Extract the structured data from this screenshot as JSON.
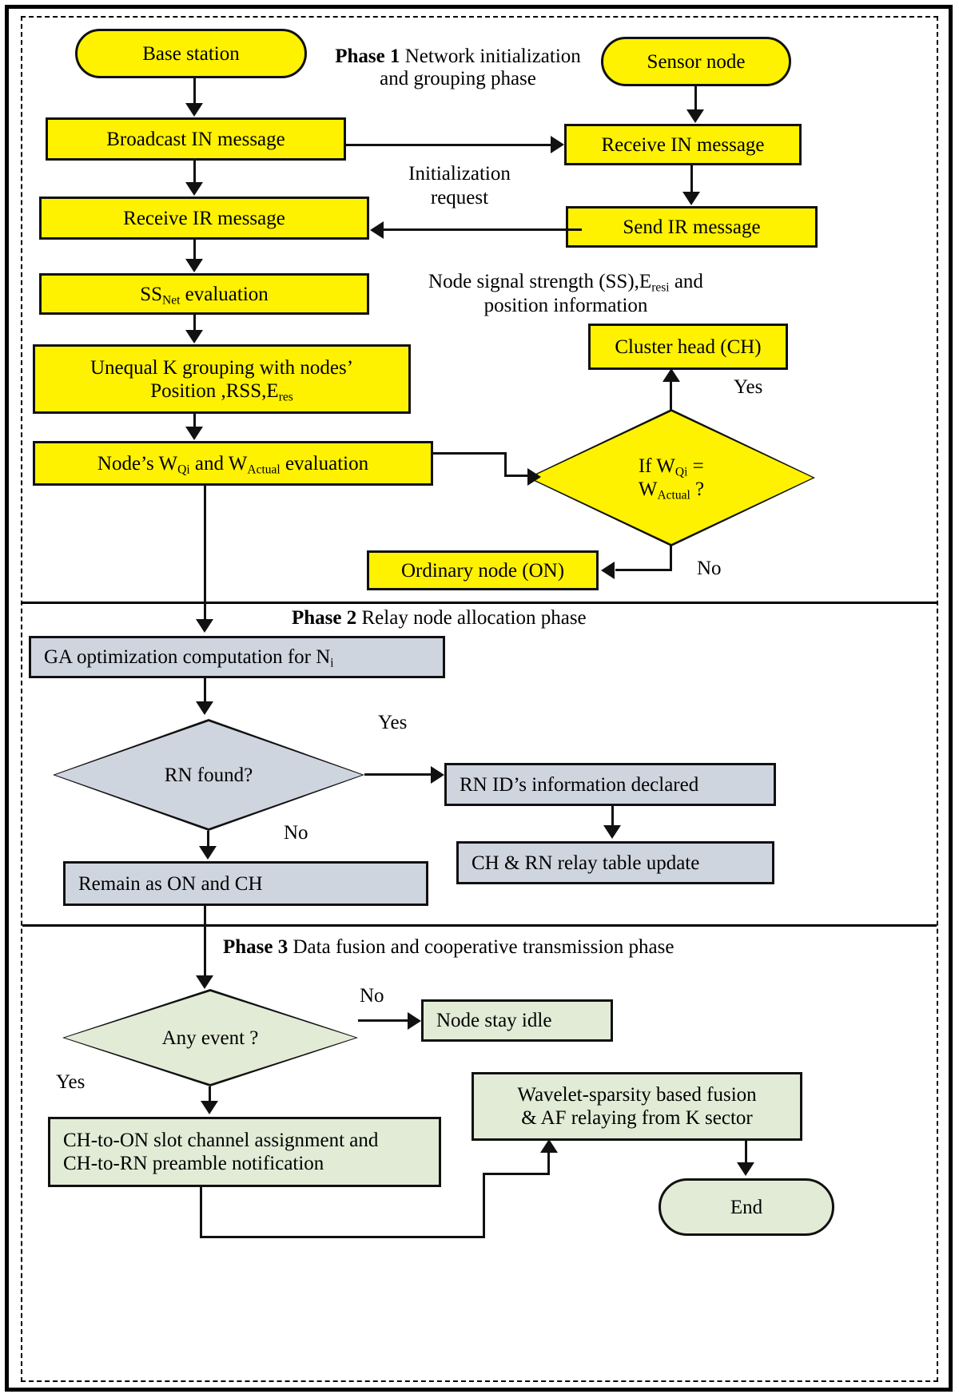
{
  "figure": {
    "type": "flowchart",
    "title": "Three-phase protocol flowchart"
  },
  "phases": [
    {
      "id": "phase1",
      "label_bold": "Phase 1",
      "label_rest_line1": "Network initialization",
      "label_rest_line2": "and grouping phase",
      "color": "#FFF200"
    },
    {
      "id": "phase2",
      "label_bold": "Phase 2",
      "label_rest": "Relay node allocation phase",
      "color": "#CFD5DF"
    },
    {
      "id": "phase3",
      "label_bold": "Phase 3",
      "label_rest": "Data fusion and cooperative transmission phase",
      "color": "#E2EBD6"
    }
  ],
  "nodes": {
    "base_station": "Base station",
    "sensor_node": "Sensor node",
    "broadcast_in": "Broadcast IN message",
    "receive_in": "Receive IN message",
    "receive_ir": "Receive IR message",
    "send_ir": "Send IR message",
    "ss_net_eval_pre": "SS",
    "ss_net_eval_sub": "Net",
    "ss_net_eval_post": " evaluation",
    "unequal_k_line1": "Unequal K grouping with nodes’",
    "unequal_k_line2_a": "Position ,RSS,E",
    "unequal_k_line2_sub": "res",
    "node_w_a": "Node’s W",
    "node_w_sub1": "Qi",
    "node_w_b": " and  W",
    "node_w_sub2": "Actual",
    "node_w_c": " evaluation",
    "cluster_head": "Cluster head (CH)",
    "ordinary_node": "Ordinary node (ON)",
    "decision_w_a": "If  W",
    "decision_w_sub1": "Qi",
    "decision_w_b": "    =",
    "decision_w_c": "W",
    "decision_w_sub2": "Actual",
    "decision_w_d": "    ?",
    "ga_opt_a": "GA optimization  computation  for N",
    "ga_opt_sub": "i",
    "rn_found": "RN found?",
    "rn_id_declared": "RN  ID’s information declared",
    "ch_rn_relay_update": "CH & RN relay table update",
    "remain_on_ch": "Remain as ON and CH",
    "any_event": "Any event ?",
    "node_stay_idle": "Node stay idle",
    "wavelet_line1": "Wavelet-sparsity based fusion",
    "wavelet_line2": "& AF relaying from K sector",
    "ch_slot_line1": "CH-to-ON   slot channel assignment and",
    "ch_slot_line2": "CH-to-RN preamble notification",
    "end": "End"
  },
  "edge_labels": {
    "init_request_line1": "Initialization",
    "init_request_line2": "request",
    "node_signal_line1_a": "Node signal strength (SS),E",
    "node_signal_line1_sub": "resi",
    "node_signal_line1_b": " and",
    "node_signal_line2": "position information",
    "yes_ch": "Yes",
    "no_on": "No",
    "yes_rn": "Yes",
    "no_rn": "No",
    "no_event": "No",
    "yes_event": "Yes"
  },
  "colors": {
    "phase1_fill": "#FFF200",
    "phase2_fill": "#CFD5DF",
    "phase3_fill": "#E2EBD6",
    "stroke": "#111111",
    "background": "#FFFFFF"
  }
}
